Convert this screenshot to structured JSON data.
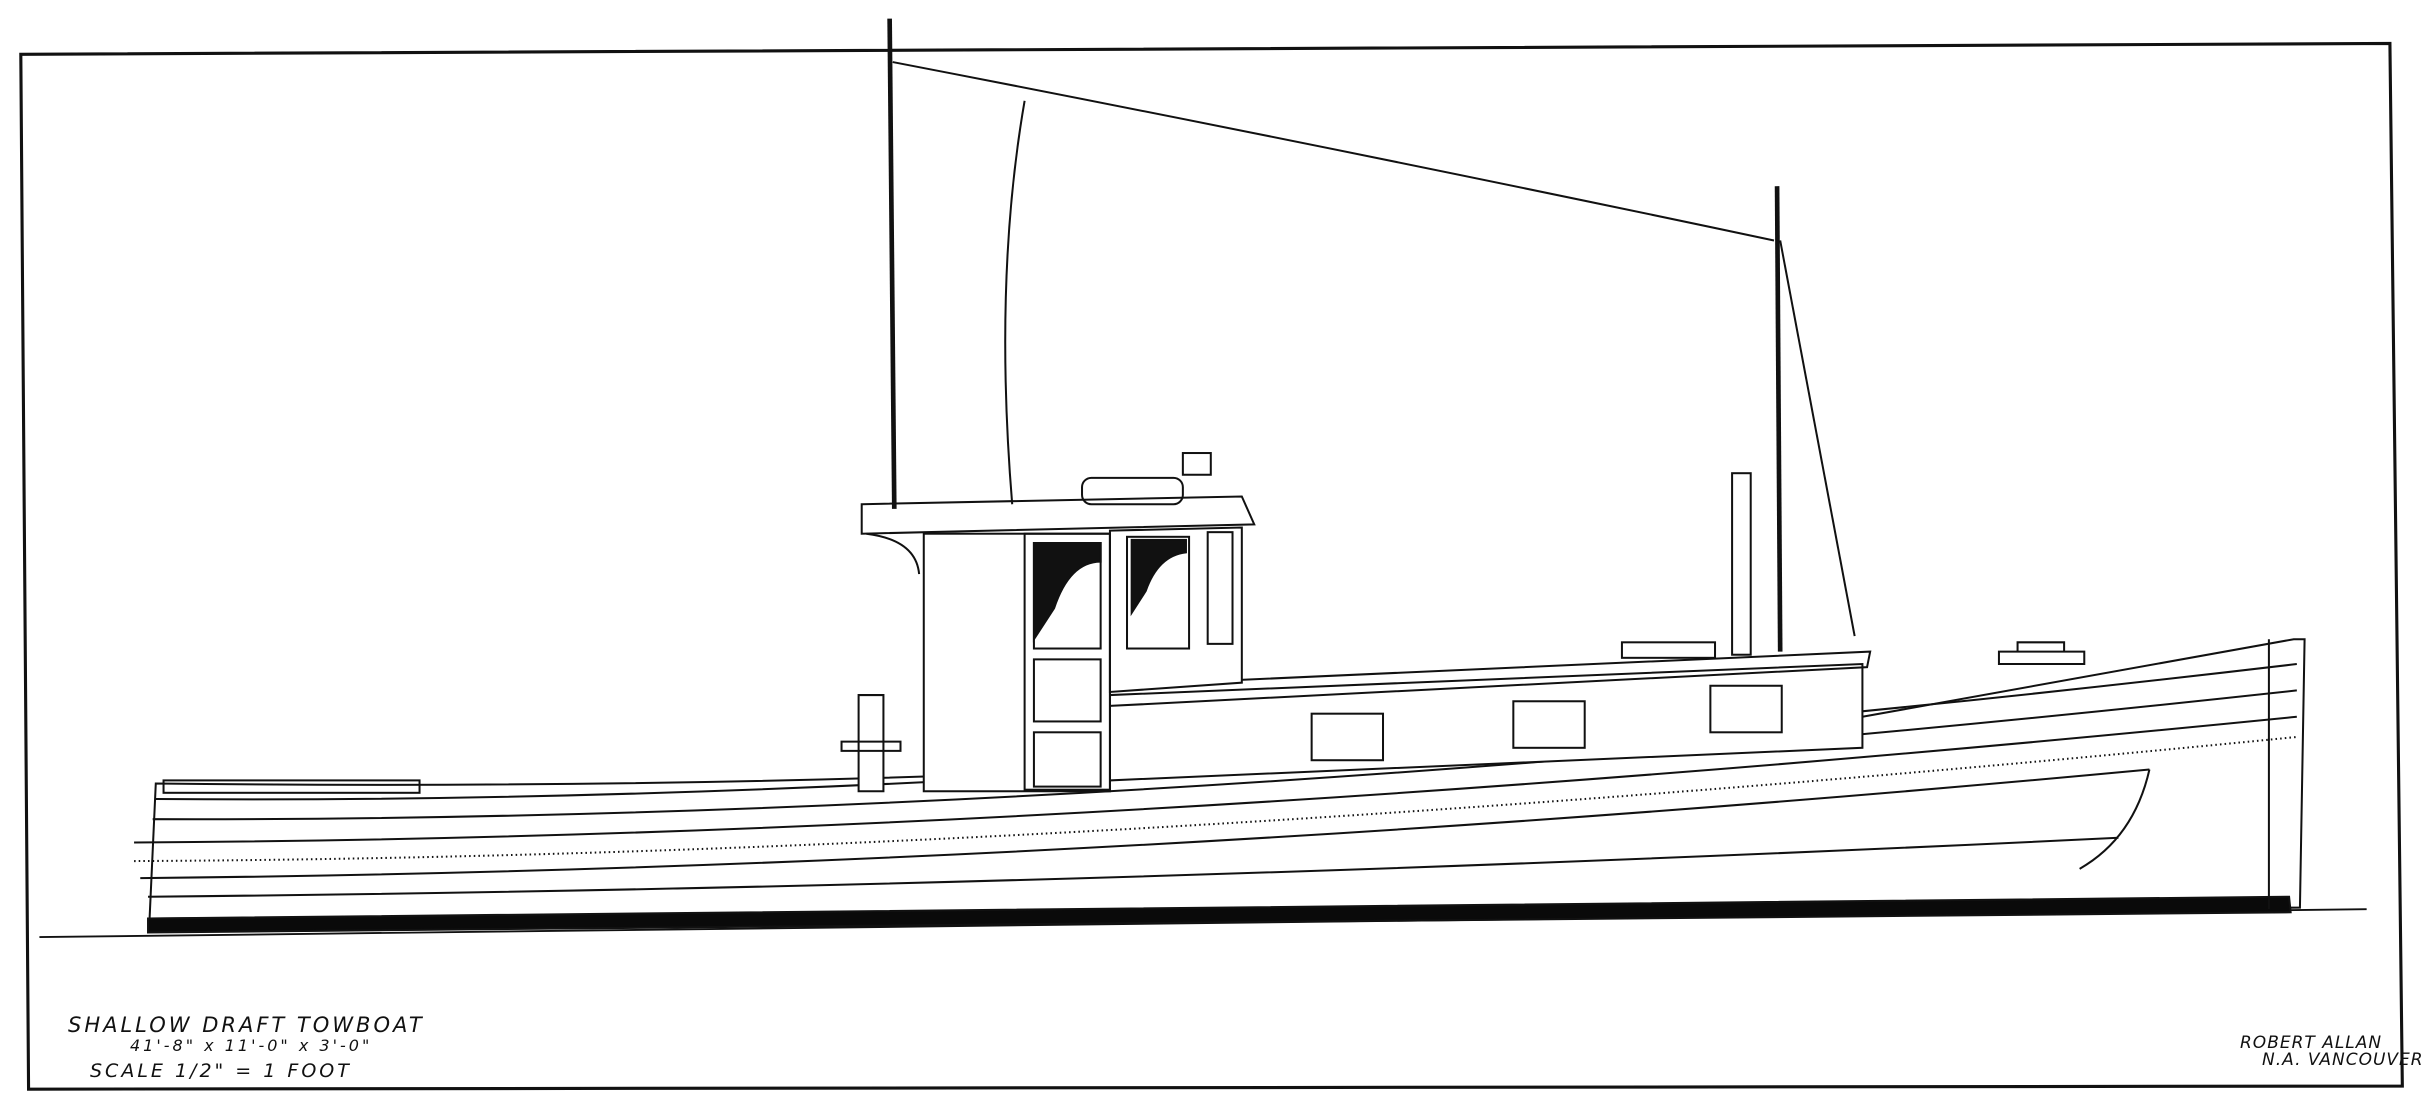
{
  "drawing": {
    "title": "SHALLOW DRAFT TOWBOAT",
    "dimensions": "41'-8\" x 11'-0\" x 3'-0\"",
    "scale": "SCALE 1/2\" = 1 FOOT",
    "designer": "ROBERT ALLAN",
    "designer_location": "N.A. VANCOUVER"
  },
  "colors": {
    "ink": "#111111",
    "paper": "#ffffff",
    "keel": "#0a0a0a"
  }
}
